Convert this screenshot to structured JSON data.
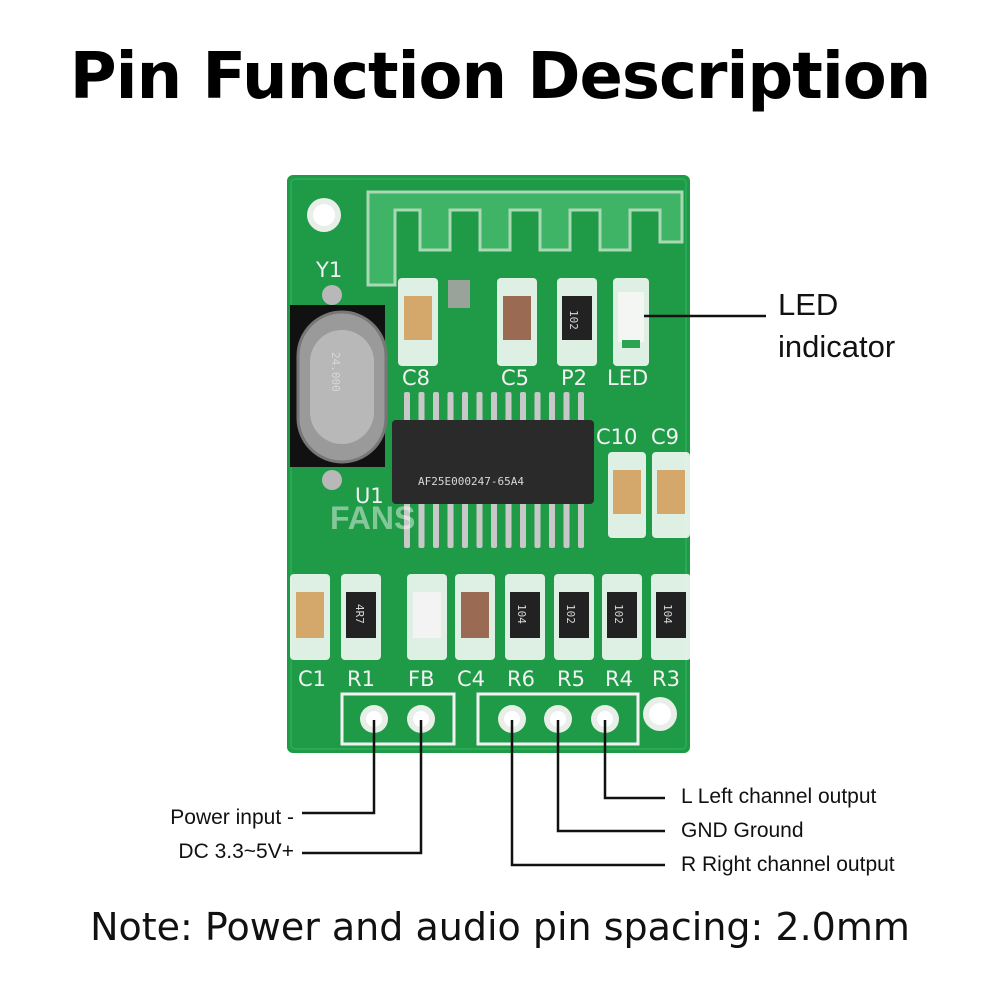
{
  "title": "Pin Function Description",
  "note": "Note: Power and audio pin spacing: 2.0mm",
  "callouts": {
    "led_line1": "LED",
    "led_line2": "indicator",
    "power_negative": "Power input -",
    "power_positive": "DC 3.3~5V+",
    "left_output": "L Left channel output",
    "ground": "GND Ground",
    "right_output": "R Right channel output"
  },
  "board": {
    "silkscreen": {
      "y1": "Y1",
      "u1": "U1",
      "c8": "C8",
      "c5": "C5",
      "p2": "P2",
      "led": "LED",
      "c10": "C10",
      "c9": "C9",
      "c1": "C1",
      "r1": "R1",
      "fb": "FB",
      "c4": "C4",
      "r6": "R6",
      "r5": "R5",
      "r4": "R4",
      "r3": "R3"
    },
    "crystal_marking": "24.000",
    "chip_marking": "AF25E000247-65A4",
    "resistor_markings": {
      "p2": "102",
      "r1": "4R7",
      "r6": "104",
      "r5": "102",
      "r4": "102",
      "r3": "104"
    },
    "watermark": "FANS",
    "colors": {
      "pcb": "#1f9b48",
      "pcb_dark": "#168a3c",
      "silk": "#eef3ee",
      "chip": "#2a2a2a",
      "crystal": "#9a9a9a"
    }
  }
}
